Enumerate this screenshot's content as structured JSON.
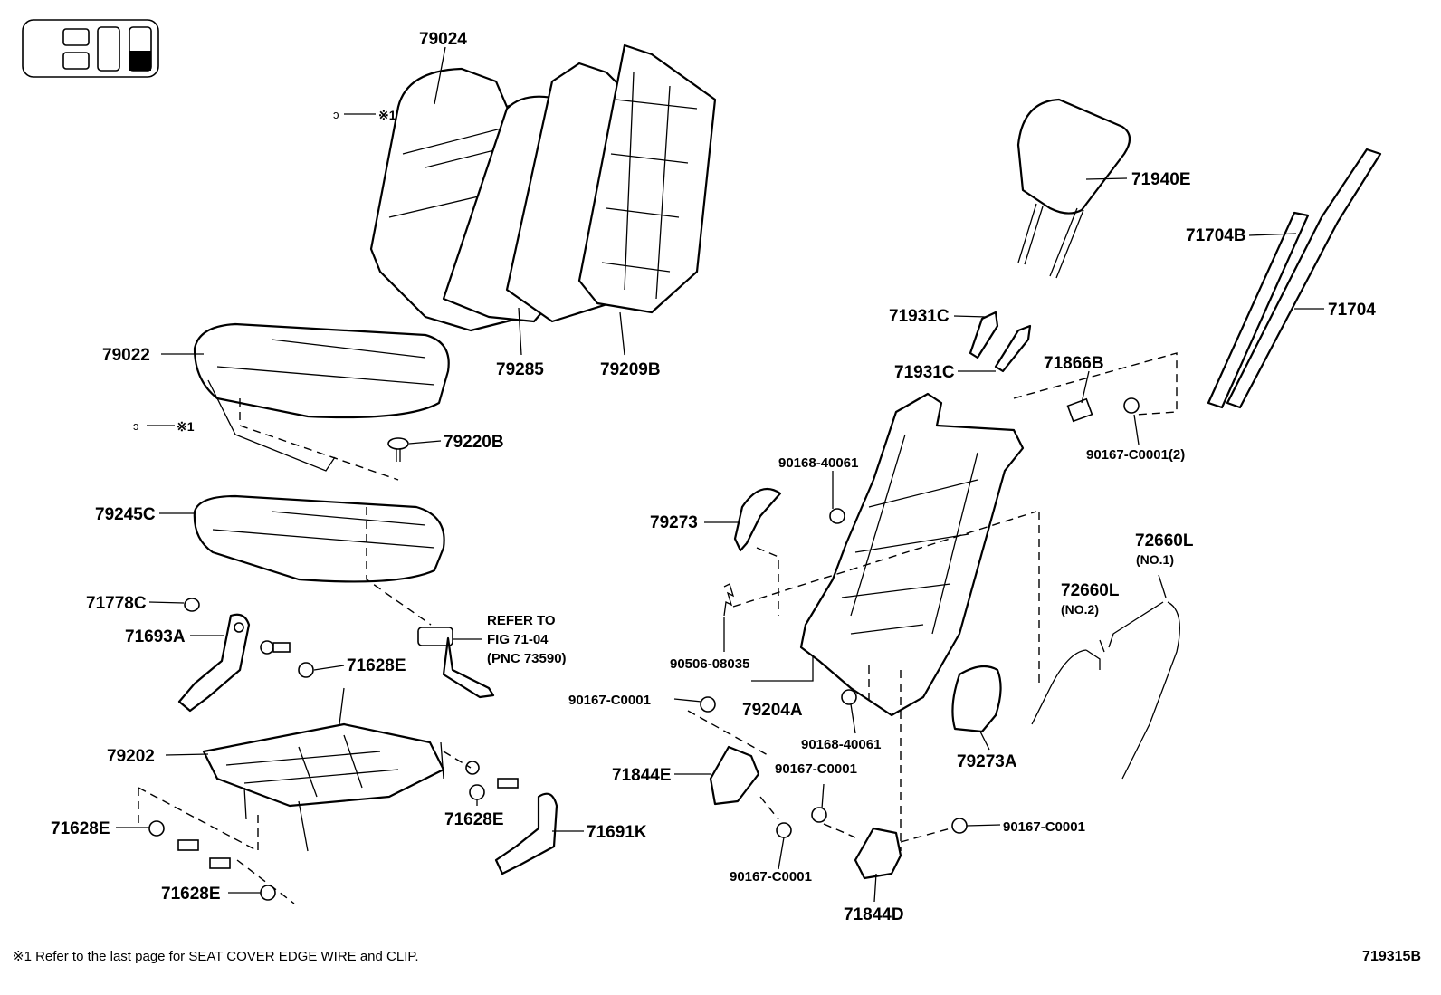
{
  "diagram": {
    "illustration_id": "719315B",
    "footnote": "※1  Refer to the last page for SEAT COVER EDGE WIRE and CLIP.",
    "callouts": {
      "p79024": "79024",
      "p79022": "79022",
      "p79285": "79285",
      "p79209B": "79209B",
      "note1a": "※1",
      "note1b": "※1",
      "p79220B": "79220B",
      "p79245C": "79245C",
      "p71778C": "71778C",
      "p71693A": "71693A",
      "p71628E_a": "71628E",
      "p79202": "79202",
      "p71628E_b": "71628E",
      "p71628E_c": "71628E",
      "p71628E_d": "71628E",
      "p71691K": "71691K",
      "refer1": "REFER TO",
      "refer2": "FIG 71-04",
      "refer3": "(PNC 73590)",
      "p71940E": "71940E",
      "p71704B": "71704B",
      "p71704": "71704",
      "p71931C_a": "71931C",
      "p71931C_b": "71931C",
      "p71866B": "71866B",
      "p90167_2": "90167-C0001(2)",
      "p90168_a": "90168-40061",
      "p79273": "79273",
      "p90506": "90506-08035",
      "p79204A": "79204A",
      "p90167_a": "90167-C0001",
      "p90168_b": "90168-40061",
      "p79273A": "79273A",
      "p72660L_1": "72660L",
      "p72660L_1s": "(NO.1)",
      "p72660L_2": "72660L",
      "p72660L_2s": "(NO.2)",
      "p71844E": "71844E",
      "p90167_b": "90167-C0001",
      "p90167_c": "90167-C0001",
      "p90167_d": "90167-C0001",
      "p71844D": "71844D"
    }
  }
}
